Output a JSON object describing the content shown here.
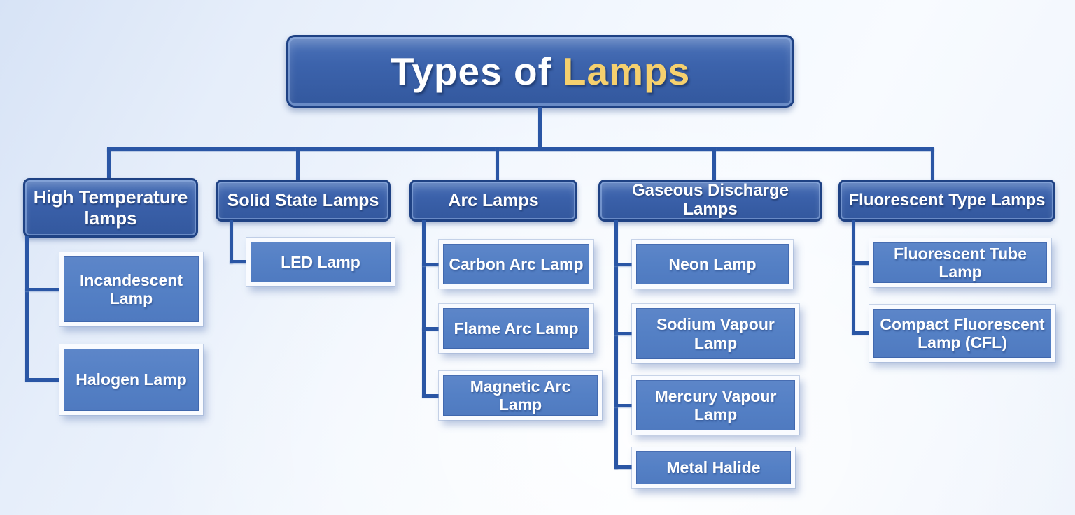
{
  "title": {
    "prefix": "Types of",
    "highlight": "Lamps"
  },
  "colors": {
    "header_blue": "#3a60a9",
    "header_border": "#1f4284",
    "child_blue": "#5480c5",
    "child_frame": "#f9fbff",
    "connector": "#2a56a5",
    "title_highlight_gold": "#f5d06e",
    "text_white": "#ffffff",
    "background_light": "#edf3fc"
  },
  "categories": [
    {
      "label": "High Temperature lamps",
      "children": [
        "Incandescent Lamp",
        "Halogen Lamp"
      ]
    },
    {
      "label": "Solid State Lamps",
      "children": [
        "LED Lamp"
      ]
    },
    {
      "label": "Arc Lamps",
      "children": [
        "Carbon Arc Lamp",
        "Flame Arc Lamp",
        "Magnetic Arc Lamp"
      ]
    },
    {
      "label": "Gaseous Discharge Lamps",
      "children": [
        "Neon Lamp",
        "Sodium Vapour Lamp",
        "Mercury Vapour Lamp",
        "Metal Halide"
      ]
    },
    {
      "label": "Fluorescent Type Lamps",
      "children": [
        "Fluorescent Tube Lamp",
        "Compact Fluorescent Lamp (CFL)"
      ]
    }
  ]
}
